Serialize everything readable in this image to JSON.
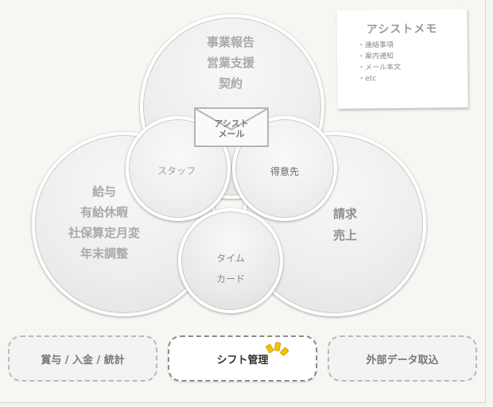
{
  "circles": {
    "top": [
      "事業報告",
      "営業支援",
      "契約"
    ],
    "left": [
      "給与",
      "有給休暇",
      "社保算定月変",
      "年末調整"
    ],
    "right": [
      "請求",
      "売上"
    ],
    "staff": "スタッフ",
    "client": "得意先",
    "timecard": [
      "タイム",
      "カード"
    ]
  },
  "mail": [
    "アシスト",
    "メール"
  ],
  "memo": {
    "title": "アシストメモ",
    "items": [
      "連絡事項",
      "案内通知",
      "メール本文",
      "etc"
    ]
  },
  "buttons": {
    "bonus": "賞与 / 入金 / 統計",
    "shift": "シフト管理",
    "import": "外部データ取込"
  }
}
